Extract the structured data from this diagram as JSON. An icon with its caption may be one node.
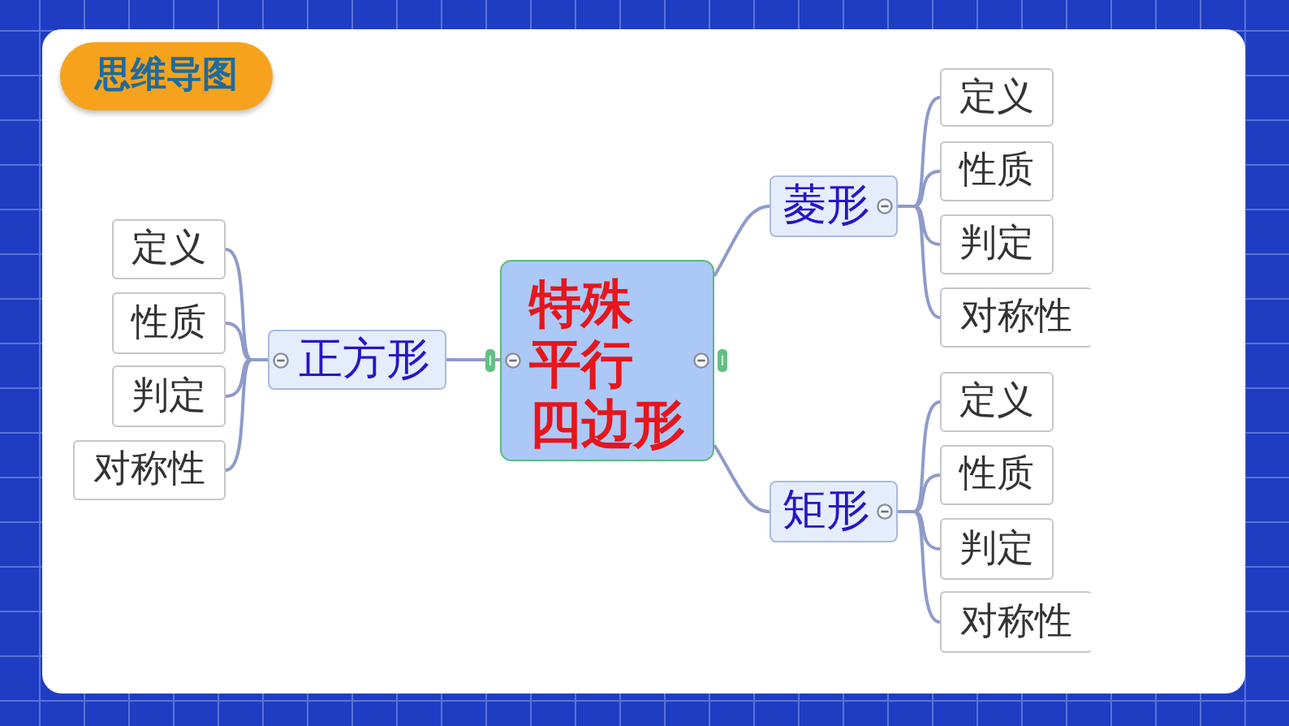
{
  "diagram": {
    "title": "思维导图",
    "nodes": [
      {
        "text": [
          "特殊平行四边形"
        ]
      },
      {
        "text": [
          "正方形"
        ]
      },
      {
        "text": [
          "定义"
        ]
      },
      {
        "text": [
          "性质"
        ]
      },
      {
        "text": [
          "判定"
        ]
      },
      {
        "text": [
          "对称性"
        ]
      },
      {
        "text": [
          "菱形"
        ]
      },
      {
        "text": [
          "定义"
        ]
      },
      {
        "text": [
          "性质"
        ]
      },
      {
        "text": [
          "判定"
        ]
      },
      {
        "text": [
          "对称性"
        ]
      },
      {
        "text": [
          "矩形"
        ]
      },
      {
        "text": [
          "定义"
        ]
      },
      {
        "text": [
          "性质"
        ]
      },
      {
        "text": [
          "判定"
        ]
      },
      {
        "text": [
          "对称性"
        ]
      }
    ],
    "edges": [
      {
        "from": 0,
        "to": 1,
        "arrow": "none"
      },
      {
        "from": 1,
        "to": 2,
        "arrow": "none"
      },
      {
        "from": 1,
        "to": 3,
        "arrow": "none"
      },
      {
        "from": 1,
        "to": 4,
        "arrow": "none"
      },
      {
        "from": 1,
        "to": 5,
        "arrow": "none"
      },
      {
        "from": 0,
        "to": 6,
        "arrow": "none"
      },
      {
        "from": 6,
        "to": 7,
        "arrow": "none"
      },
      {
        "from": 6,
        "to": 8,
        "arrow": "none"
      },
      {
        "from": 6,
        "to": 9,
        "arrow": "none"
      },
      {
        "from": 6,
        "to": 10,
        "arrow": "none"
      },
      {
        "from": 0,
        "to": 11,
        "arrow": "none"
      },
      {
        "from": 11,
        "to": 12,
        "arrow": "none"
      },
      {
        "from": 11,
        "to": 13,
        "arrow": "none"
      },
      {
        "from": 11,
        "to": 14,
        "arrow": "none"
      },
      {
        "from": 11,
        "to": 15,
        "arrow": "none"
      }
    ]
  }
}
